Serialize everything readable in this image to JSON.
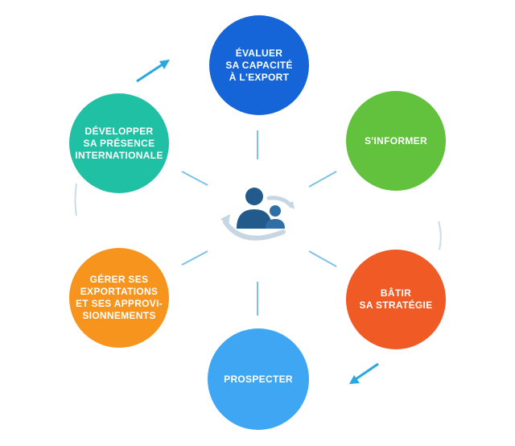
{
  "diagram": {
    "nodes": [
      {
        "id": "n-evaluer",
        "label": "ÉVALUER\nSA CAPACITÉ\nÀ L'EXPORT",
        "color": "#1565d8"
      },
      {
        "id": "n-informer",
        "label": "S'INFORMER",
        "color": "#62c23d"
      },
      {
        "id": "n-batir",
        "label": "BÂTIR\nSA STRATÉGIE",
        "color": "#ef5a25"
      },
      {
        "id": "n-prospecter",
        "label": "PROSPECTER",
        "color": "#3ea6f2"
      },
      {
        "id": "n-gerer",
        "label": "GÉRER SES\nEXPORTATIONS\nET SES APPROVI-\nSIONNEMENTS",
        "color": "#f7941d"
      },
      {
        "id": "n-developper",
        "label": "DÉVELOPPER\nSA PRÉSENCE\nINTERNATIONALE",
        "color": "#1fc0a4"
      }
    ],
    "center_icon": "people-cycle-icon",
    "connector_color": "#7cc3e6",
    "arrow_color": "#29a8e0"
  }
}
